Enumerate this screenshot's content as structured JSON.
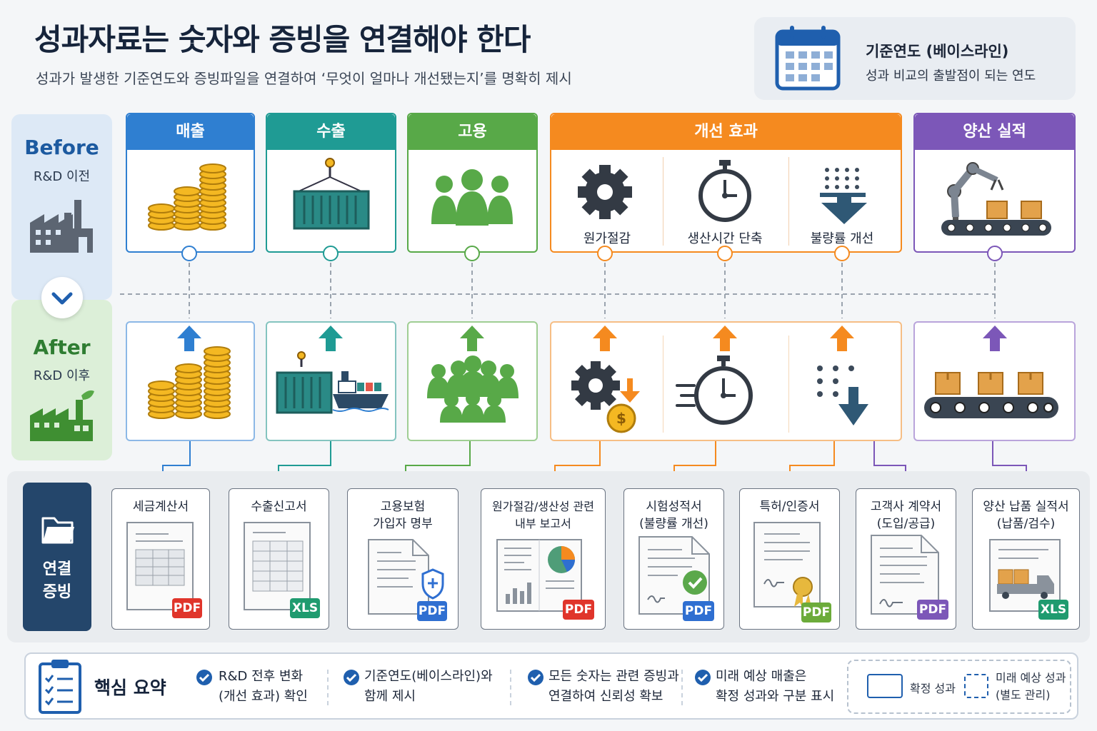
{
  "header": {
    "title": "성과자료는 숫자와 증빙을 연결해야 한다",
    "subtitle": "성과가 발생한 기준연도와 증빙파일을 연결하여 ‘무엇이 얼마나 개선됐는지’를 명확히 제시"
  },
  "baseline": {
    "title": "기준연도 (베이스라인)",
    "desc": "성과 비교의 출발점이 되는 연도"
  },
  "before": {
    "title": "Before",
    "subtitle": "R&D 이전"
  },
  "after": {
    "title": "After",
    "subtitle": "R&D 이후"
  },
  "categories": [
    {
      "label": "매출",
      "color": "#2f7fd1"
    },
    {
      "label": "수출",
      "color": "#1f9b94"
    },
    {
      "label": "고용",
      "color": "#58a948"
    },
    {
      "label": "개선 효과",
      "color": "#f58a1f",
      "subs": [
        "원가절감",
        "생산시간 단축",
        "불량률 개선"
      ]
    },
    {
      "label": "양산 실적",
      "color": "#7c57b8"
    }
  ],
  "evidence": {
    "label_line1": "연결",
    "label_line2": "증빙",
    "docs": [
      {
        "title1": "세금계산서",
        "title2": "",
        "badge": "PDF",
        "badge_color": "#e0352b"
      },
      {
        "title1": "수출신고서",
        "title2": "",
        "badge": "XLS",
        "badge_color": "#1f9b6f"
      },
      {
        "title1": "고용보험",
        "title2": "가입자 명부",
        "badge": "PDF",
        "badge_color": "#2f6fd1"
      },
      {
        "title1": "원가절감/생산성 관련",
        "title2": "내부 보고서",
        "badge": "PDF",
        "badge_color": "#e0352b"
      },
      {
        "title1": "시험성적서",
        "title2": "(불량률 개선)",
        "badge": "PDF",
        "badge_color": "#2f6fd1"
      },
      {
        "title1": "특허/인증서",
        "title2": "",
        "badge": "PDF",
        "badge_color": "#6cab3a"
      },
      {
        "title1": "고객사 계약서",
        "title2": "(도입/공급)",
        "badge": "PDF",
        "badge_color": "#7c57b8"
      },
      {
        "title1": "양산 납품 실적서",
        "title2": "(납품/검수)",
        "badge": "XLS",
        "badge_color": "#1f9b6f"
      }
    ]
  },
  "summary": {
    "title": "핵심 요약",
    "items": [
      {
        "l1": "R&D 전후 변화",
        "l2": "(개선 효과) 확인"
      },
      {
        "l1": "기준연도(베이스라인)와",
        "l2": "함께 제시"
      },
      {
        "l1": "모든 숫자는 관련 증빙과",
        "l2": "연결하여 신뢰성 확보"
      },
      {
        "l1": "미래 예상 매출은",
        "l2": "확정 성과와 구분 표시"
      }
    ],
    "legend": {
      "confirmed": "확정 성과",
      "future_l1": "미래 예상 성과",
      "future_l2": "(별도 관리)"
    }
  },
  "icons": [
    "calendar-icon",
    "factory-icon",
    "chevron-down-icon",
    "coins-icon",
    "container-icon",
    "people-icon",
    "gear-icon",
    "stopwatch-icon",
    "defect-down-icon",
    "robot-arm-icon",
    "conveyor-icon",
    "ship-icon",
    "folder-icon",
    "clipboard-icon",
    "check-icon"
  ]
}
